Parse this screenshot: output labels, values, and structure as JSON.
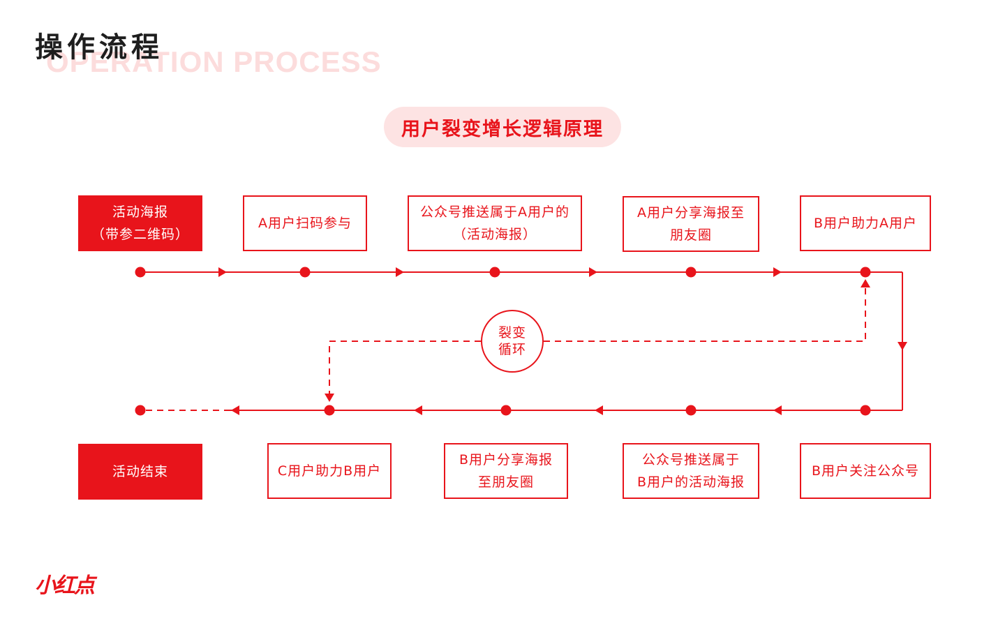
{
  "heading": {
    "zh": "操作流程",
    "en": "OPERATION PROCESS"
  },
  "subtitle": "用户裂变增长逻辑原理",
  "top_steps": [
    {
      "lines": [
        "活动海报",
        "（带参二维码）"
      ]
    },
    {
      "lines": [
        "A用户扫码参与"
      ]
    },
    {
      "lines": [
        "公众号推送属于A用户的",
        "（活动海报）"
      ]
    },
    {
      "lines": [
        "A用户分享海报至",
        "朋友圈"
      ]
    },
    {
      "lines": [
        "B用户助力A用户"
      ]
    }
  ],
  "bottom_steps": [
    {
      "lines": [
        "活动结束"
      ]
    },
    {
      "lines": [
        "C用户助力B用户"
      ]
    },
    {
      "lines": [
        "B用户分享海报",
        "至朋友圈"
      ]
    },
    {
      "lines": [
        "公众号推送属于",
        "B用户的活动海报"
      ]
    },
    {
      "lines": [
        "B用户关注公众号"
      ]
    }
  ],
  "cycle": [
    "裂变",
    "循环"
  ],
  "logo": "小红点",
  "colors": {
    "accent": "#e8141b",
    "pill_bg": "#fde3e3",
    "heading_en": "#fcdcdc",
    "heading_zh": "#1e1e1e"
  }
}
